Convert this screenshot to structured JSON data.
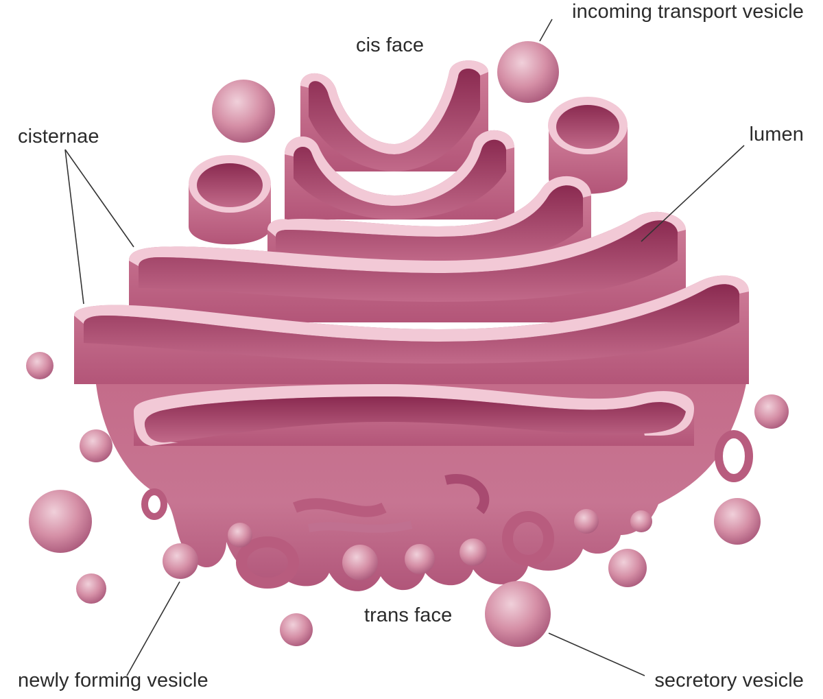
{
  "labels": {
    "incoming_transport_vesicle": "incoming transport vesicle",
    "cis_face": "cis face",
    "cisternae": "cisternae",
    "lumen": "lumen",
    "trans_face": "trans face",
    "newly_forming_vesicle": "newly forming vesicle",
    "secretory_vesicle": "secretory vesicle"
  },
  "colors": {
    "membrane": "#c06a85",
    "membrane_dark": "#8e2f52",
    "membrane_light": "#f3cdd8",
    "lumen": "#9c3a60",
    "leader_line": "#333333"
  }
}
